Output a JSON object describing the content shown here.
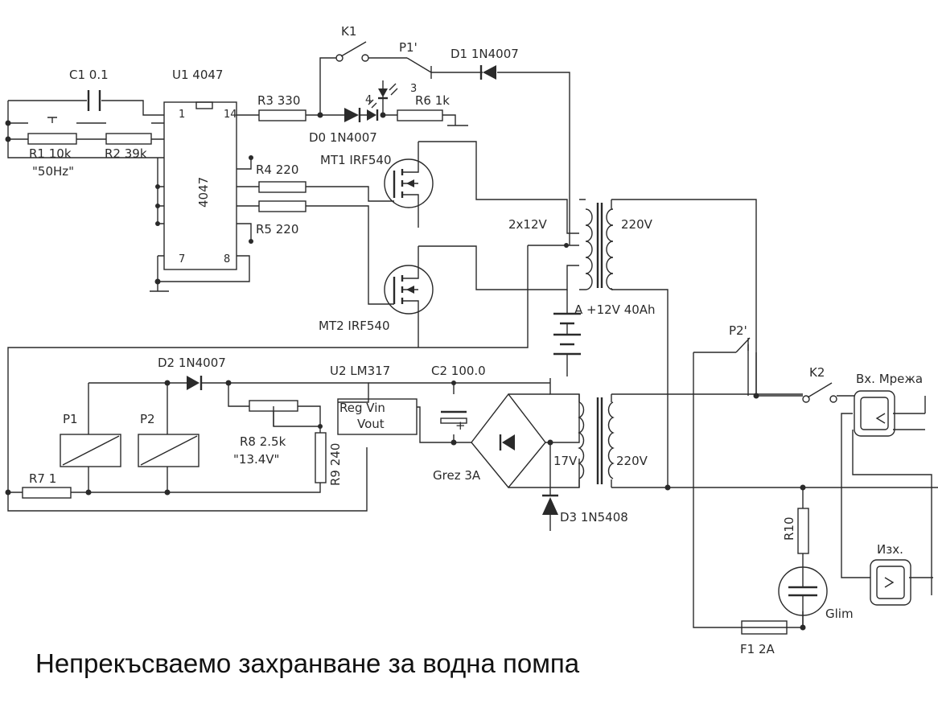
{
  "title": "Непрекъсваемо захранване за водна помпа",
  "labels": {
    "c1": "C1 0.1",
    "u1": "U1 4047",
    "k1": "K1",
    "p1p": "P1'",
    "d1": "D1 1N4007",
    "r3": "R3 330",
    "pin14": "14",
    "pin1": "1",
    "pin7": "7",
    "pin8": "8",
    "chip": "4047",
    "pin3": "3",
    "pin4": "4",
    "r6": "R6 1k",
    "d0": "D0 1N4007",
    "r1": "R1 10k",
    "r2": "R2 39k",
    "hz": "\"50Hz\"",
    "mt1": "MT1 IRF540",
    "r4": "R4 220",
    "r5": "R5 220",
    "v2x12": "2x12V",
    "v220a": "220V",
    "mt2": "MT2 IRF540",
    "batt": "A +12V 40Ah",
    "p2p": "P2'",
    "d2": "D2 1N4007",
    "u2": "U2 LM317",
    "c2": "C2 100.0",
    "k2": "K2",
    "vx": "Вх. Мрежа",
    "p1": "P1",
    "p2": "P2",
    "reg": "Reg Vin",
    "vout": "Vout",
    "r8": "R8 2.5k",
    "v134": "\"13.4V\"",
    "r9": "R9 240",
    "v17": "17V",
    "v220b": "220V",
    "r7": "R7 1",
    "grez": "Grez 3A",
    "d3": "D3 1N5408",
    "r10": "R10",
    "izh": "Изх.",
    "glim": "Glim",
    "f1": "F1 2A",
    "plus": "+"
  }
}
